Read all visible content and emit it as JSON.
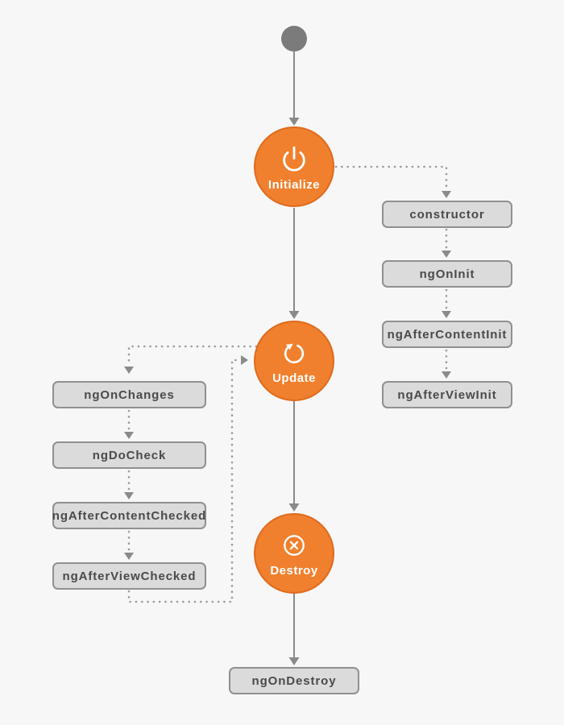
{
  "diagram": {
    "subject": "component lifecycle flow",
    "colors": {
      "background": "#f7f7f7",
      "stage_fill": "#f0802d",
      "stage_border": "#de6b1f",
      "stage_text": "#ffffff",
      "hook_fill": "#dbdbdb",
      "hook_border": "#909090",
      "hook_text": "#4a4a4a",
      "line": "#8a8a8a",
      "dot_line": "#9c9c9c",
      "start_dot": "#7b7b7b"
    }
  },
  "nodes": {
    "start": {
      "icon": "start-dot"
    },
    "initialize": {
      "label": "Initialize",
      "icon": "power-icon"
    },
    "update": {
      "label": "Update",
      "icon": "refresh-icon"
    },
    "destroy": {
      "label": "Destroy",
      "icon": "close-circle-icon"
    }
  },
  "hooks": {
    "init": [
      "constructor",
      "ngOnInit",
      "ngAfterContentInit",
      "ngAfterViewInit"
    ],
    "update": [
      "ngOnChanges",
      "ngDoCheck",
      "ngAfterContentChecked",
      "ngAfterViewChecked"
    ],
    "destroy": [
      "ngOnDestroy"
    ]
  },
  "edges": [
    {
      "from": "start",
      "to": "Initialize",
      "style": "solid-arrow"
    },
    {
      "from": "Initialize",
      "to": "constructor",
      "style": "dotted-arrow"
    },
    {
      "from": "constructor",
      "to": "ngOnInit",
      "style": "dotted-arrow"
    },
    {
      "from": "ngOnInit",
      "to": "ngAfterContentInit",
      "style": "dotted-arrow"
    },
    {
      "from": "ngAfterContentInit",
      "to": "ngAfterViewInit",
      "style": "dotted-arrow"
    },
    {
      "from": "Initialize",
      "to": "Update",
      "style": "solid-arrow"
    },
    {
      "from": "Update",
      "to": "ngOnChanges",
      "style": "dotted-arrow"
    },
    {
      "from": "ngOnChanges",
      "to": "ngDoCheck",
      "style": "dotted-arrow"
    },
    {
      "from": "ngDoCheck",
      "to": "ngAfterContentChecked",
      "style": "dotted-arrow"
    },
    {
      "from": "ngAfterContentChecked",
      "to": "ngAfterViewChecked",
      "style": "dotted-arrow"
    },
    {
      "from": "ngAfterViewChecked",
      "to": "Update",
      "style": "dotted-arrow"
    },
    {
      "from": "Update",
      "to": "Destroy",
      "style": "solid-arrow"
    },
    {
      "from": "Destroy",
      "to": "ngOnDestroy",
      "style": "solid-arrow"
    }
  ]
}
